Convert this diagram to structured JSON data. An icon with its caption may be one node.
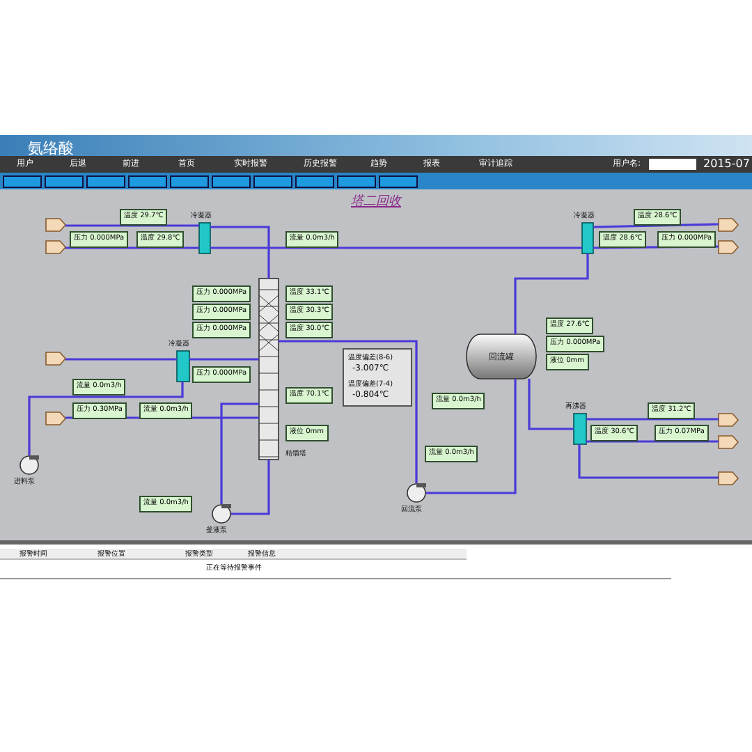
{
  "diagram": {
    "title": "氨络酸",
    "nodes": [
      {
        "text": [],
        "shape": "tag"
      },
      {
        "text": [],
        "shape": "tag"
      },
      {
        "text": [],
        "shape": "box",
        "beside": [
          "冷凝器"
        ]
      },
      {
        "text": [],
        "shape": "column",
        "beside": [
          "精馏塔"
        ]
      },
      {
        "text": [],
        "shape": "box",
        "beside": [
          "冷凝器"
        ]
      },
      {
        "text": [],
        "shape": "tag"
      },
      {
        "text": [],
        "shape": "tag"
      },
      {
        "text": [
          "回流罐"
        ]
      },
      {
        "text": [],
        "shape": "box",
        "beside": [
          "冷凝器"
        ]
      },
      {
        "text": [],
        "shape": "tag"
      },
      {
        "text": [],
        "shape": "tag"
      },
      {
        "text": [],
        "shape": "pump",
        "beside": [
          "进料泵"
        ]
      },
      {
        "text": [],
        "shape": "pump",
        "beside": [
          "釜液泵"
        ]
      },
      {
        "text": [],
        "shape": "pump",
        "beside": [
          "回流泵"
        ]
      },
      {
        "text": [],
        "shape": "box",
        "beside": [
          "再沸器"
        ]
      },
      {
        "text": [],
        "shape": "tag"
      },
      {
        "text": [],
        "shape": "tag"
      },
      {
        "text": [],
        "shape": "tag"
      }
    ],
    "edges": [
      {
        "from": 2,
        "to": 0,
        "arrow": "none"
      },
      {
        "from": 1,
        "to": 2,
        "arrow": "none"
      },
      {
        "from": 2,
        "to": 3,
        "arrow": "none"
      },
      {
        "from": 2,
        "to": 4,
        "arrow": "none"
      },
      {
        "from": 4,
        "to": 5,
        "arrow": "none"
      },
      {
        "from": 4,
        "to": 6,
        "arrow": "none"
      },
      {
        "from": 4,
        "to": 7,
        "arrow": "none"
      },
      {
        "from": 7,
        "to": 13,
        "arrow": "none"
      },
      {
        "from": 13,
        "to": 3,
        "arrow": "none"
      },
      {
        "from": 9,
        "to": 8,
        "arrow": "none"
      },
      {
        "from": 8,
        "to": 3,
        "arrow": "none"
      },
      {
        "from": 10,
        "to": 3,
        "arrow": "none"
      },
      {
        "from": 11,
        "to": 8,
        "arrow": "none"
      },
      {
        "from": 3,
        "to": 12,
        "arrow": "none"
      },
      {
        "from": 12,
        "to": 3,
        "arrow": "none"
      },
      {
        "from": 7,
        "to": 14,
        "arrow": "none"
      },
      {
        "from": 14,
        "to": 15,
        "arrow": "none"
      },
      {
        "from": 14,
        "to": 16,
        "arrow": "none"
      },
      {
        "from": 14,
        "to": 17,
        "arrow": "none"
      }
    ],
    "labels": [
      "用户",
      "后退",
      "前进",
      "首页",
      "实时报警",
      "历史报警",
      "趋势",
      "报表",
      "审计追踪",
      "用户名:",
      "2015-07",
      "塔二回收",
      "温度 29.7℃",
      "压力 0.000MPa",
      "温度 29.8℃",
      "流量 0.0m3/h",
      "压力 0.000MPa",
      "温度 33.1℃",
      "压力 0.000MPa",
      "温度 30.3℃",
      "压力 0.000MPa",
      "温度 30.0℃",
      "流量 0.0m3/h",
      "压力 0.000MPa",
      "压力 0.30MPa",
      "流量 0.0m3/h",
      "温度 70.1℃",
      "液位 0mm",
      "流量 0.0m3/h",
      "流量 0.0m3/h",
      "温度 28.6℃",
      "温度 28.6℃",
      "压力 0.000MPa",
      "温度 27.6℃",
      "压力 0.000MPa",
      "液位 0mm",
      "流量 0.0m3/h",
      "温度 31.2℃",
      "温度 30.6℃",
      "压力 0.07MPa",
      "温度偏差(8-6)",
      "-3.007℃",
      "温度偏差(7-4)",
      "-0.804℃",
      "报警时间",
      "报警位置",
      "报警类型",
      "报警信息",
      "正在等待报警事件"
    ]
  }
}
